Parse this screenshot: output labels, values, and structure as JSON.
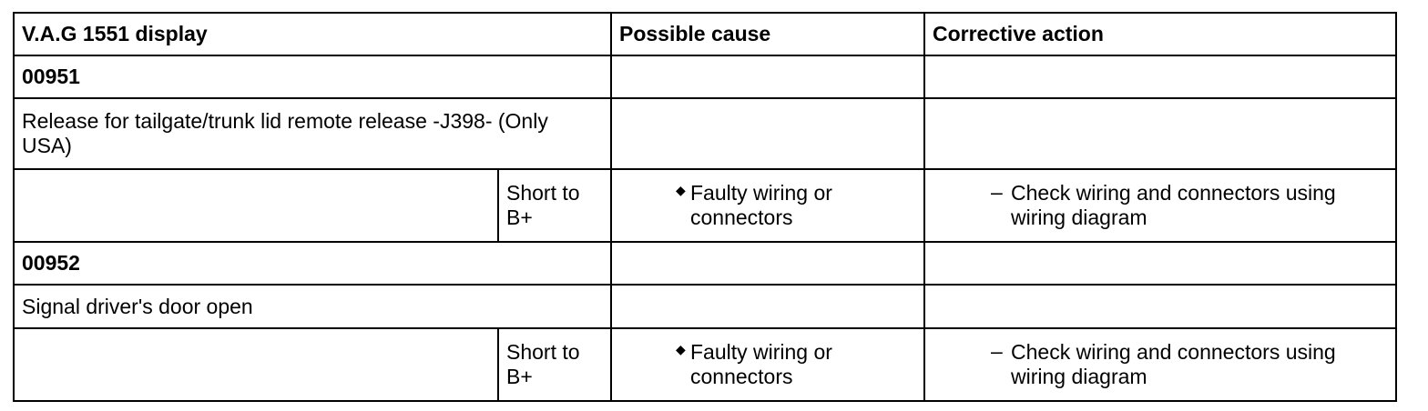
{
  "header": {
    "display": "V.A.G 1551 display",
    "cause": "Possible cause",
    "action": "Corrective action"
  },
  "faults": [
    {
      "code": "00951",
      "description": "Release for tailgate/trunk lid remote release -J398- (Only USA)",
      "type": "Short to B+",
      "cause": "Faulty wiring or connectors",
      "action": "Check wiring and connectors using wiring diagram"
    },
    {
      "code": "00952",
      "description": "Signal driver's door open",
      "type": "Short to B+",
      "cause": "Faulty wiring or connectors",
      "action": "Check wiring and connectors using wiring diagram"
    }
  ],
  "icons": {
    "cause_bullet": "diamond-bullet-icon",
    "action_bullet": "dash-bullet-icon"
  }
}
